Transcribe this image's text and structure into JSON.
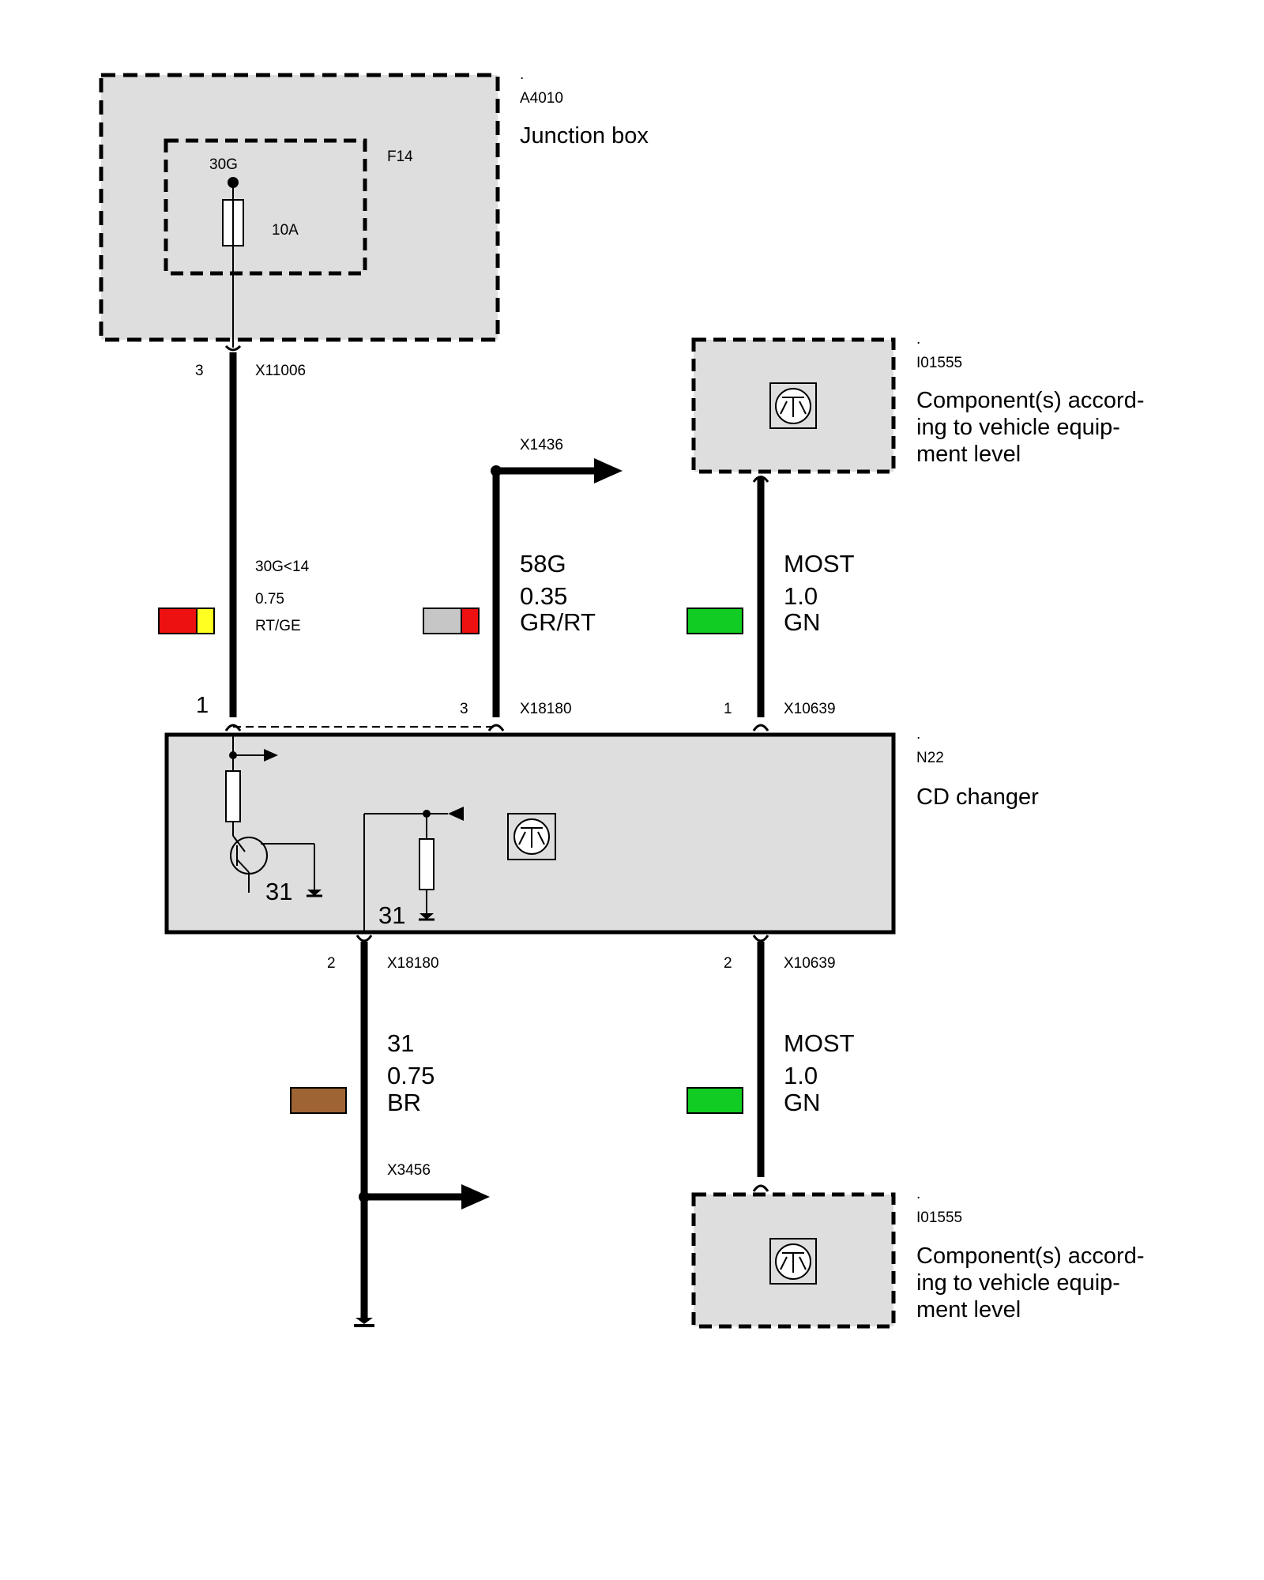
{
  "components": {
    "junction_box": {
      "dot": ".",
      "code": "A4010",
      "name": "Junction box"
    },
    "fuse": {
      "id": "F14",
      "terminal": "30G",
      "rating": "10A"
    },
    "comp_top": {
      "dot": ".",
      "code": "I01555",
      "name_lines": [
        "Component(s) accord-",
        "ing to vehicle equip-",
        "ment level"
      ]
    },
    "comp_bottom": {
      "dot": ".",
      "code": "I01555",
      "name_lines": [
        "Component(s) accord-",
        "ing to vehicle equip-",
        "ment level"
      ]
    },
    "cd_changer": {
      "dot": ".",
      "code": "N22",
      "name": "CD changer",
      "ground_left": "31",
      "ground_right": "31"
    }
  },
  "connectors": {
    "x11006": {
      "pin": "3",
      "name": "X11006"
    },
    "x1436": {
      "name": "X1436"
    },
    "x18180_top": {
      "pin": "3",
      "name": "X18180"
    },
    "x10639_top": {
      "pin": "1",
      "name": "X10639"
    },
    "n22_pin1": {
      "pin": "1"
    },
    "x18180_bottom": {
      "pin": "2",
      "name": "X18180"
    },
    "x10639_bottom": {
      "pin": "2",
      "name": "X10639"
    },
    "x3456": {
      "name": "X3456"
    }
  },
  "wires": {
    "w_30g": {
      "signal": "30G<14",
      "gauge": "0.75",
      "color_code": "RT/GE",
      "swatch": [
        "#ee1111",
        "#ffff22"
      ]
    },
    "w_58g": {
      "signal": "58G",
      "gauge": "0.35",
      "color_code": "GR/RT",
      "swatch": [
        "#c6c6c6",
        "#ee1111"
      ]
    },
    "w_most_top": {
      "signal": "MOST",
      "gauge": "1.0",
      "color_code": "GN",
      "swatch": [
        "#11cc22"
      ]
    },
    "w_31": {
      "signal": "31",
      "gauge": "0.75",
      "color_code": "BR",
      "swatch": [
        "#9e6433"
      ]
    },
    "w_most_bottom": {
      "signal": "MOST",
      "gauge": "1.0",
      "color_code": "GN",
      "swatch": [
        "#11cc22"
      ]
    }
  }
}
